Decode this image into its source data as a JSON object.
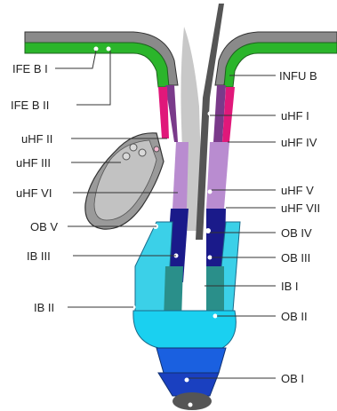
{
  "labels": {
    "left": [
      "IFE B I",
      "IFE B II",
      "uHF II",
      "uHF III",
      "uHF VI",
      "OB V",
      "IB III",
      "IB II"
    ],
    "right": [
      "INFU B",
      "uHF I",
      "uHF IV",
      "uHF V",
      "uHF VII",
      "OB IV",
      "OB III",
      "IB I",
      "OB II",
      "OB I"
    ]
  }
}
